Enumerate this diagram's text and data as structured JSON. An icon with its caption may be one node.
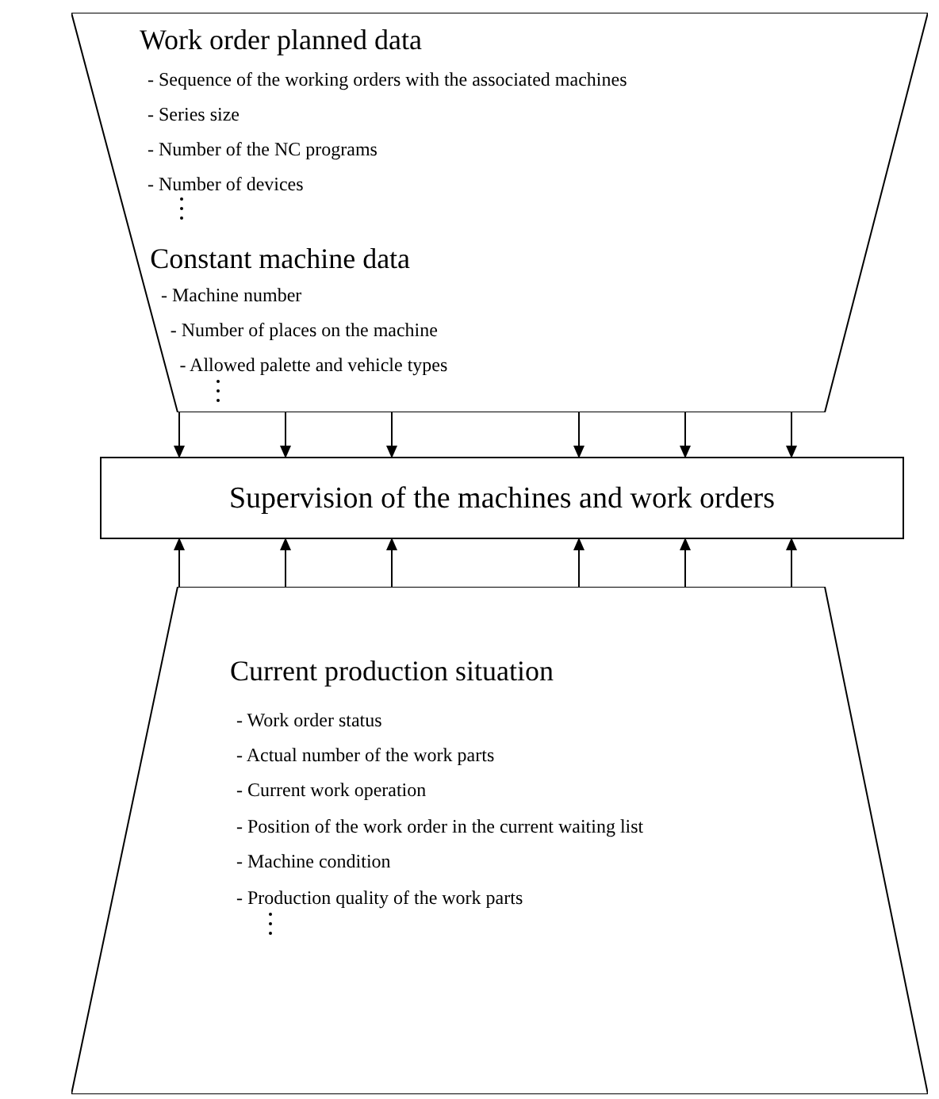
{
  "diagram": {
    "nodes": [
      {
        "text": [
          "Work order planned data",
          "- Sequence of the working orders with the associated machines",
          "- Series size",
          "- Number of the NC programs",
          "- Number of devices",
          "Constant machine data",
          "- Machine number",
          "- Number of places on the machine",
          "- Allowed palette and vehicle types"
        ]
      },
      {
        "text": [
          "Supervision of the machines and work orders"
        ]
      },
      {
        "text": [
          "Current production situation",
          "- Work order status",
          "- Actual number of the work parts",
          "- Current work operation",
          "- Position of the work order in the current waiting list",
          "- Machine condition",
          "- Production quality of the work parts"
        ]
      }
    ],
    "edges": [
      {
        "from": 0,
        "to": 1,
        "arrow": "to"
      },
      {
        "from": 0,
        "to": 1,
        "arrow": "to"
      },
      {
        "from": 0,
        "to": 1,
        "arrow": "to"
      },
      {
        "from": 0,
        "to": 1,
        "arrow": "to"
      },
      {
        "from": 0,
        "to": 1,
        "arrow": "to"
      },
      {
        "from": 0,
        "to": 1,
        "arrow": "to"
      },
      {
        "from": 2,
        "to": 1,
        "arrow": "to"
      },
      {
        "from": 2,
        "to": 1,
        "arrow": "to"
      },
      {
        "from": 2,
        "to": 1,
        "arrow": "to"
      },
      {
        "from": 2,
        "to": 1,
        "arrow": "to"
      },
      {
        "from": 2,
        "to": 1,
        "arrow": "to"
      },
      {
        "from": 2,
        "to": 1,
        "arrow": "to"
      }
    ]
  }
}
